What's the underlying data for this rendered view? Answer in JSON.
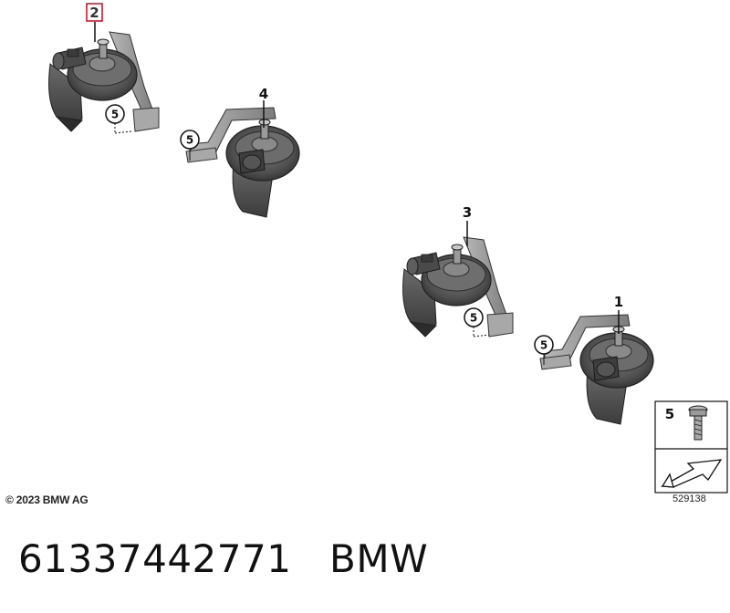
{
  "callouts": {
    "part_2": "2",
    "part_4": "4",
    "part_3": "3",
    "part_1": "1",
    "screw_a": "5",
    "screw_b": "5",
    "screw_c": "5",
    "screw_d": "5",
    "legend_screw": "5"
  },
  "highlighted_part": "2",
  "copyright": "© 2023 BMW AG",
  "diagram_number": "529138",
  "footer": {
    "part_number": "61337442771",
    "brand": "BMW"
  },
  "colors": {
    "highlight": "#d0021b",
    "part_body": "#5a5a5a",
    "part_dark": "#3a3a3a",
    "bracket": "#9a9a9a"
  }
}
